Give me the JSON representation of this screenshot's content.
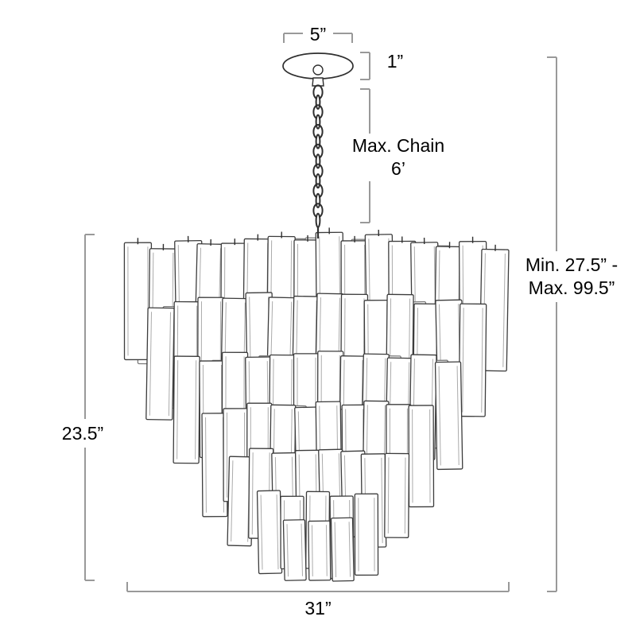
{
  "diagram": {
    "dims": {
      "canopy_width": "5”",
      "canopy_height": "1”",
      "chain_line1": "Max. Chain",
      "chain_line2": "6’",
      "overall_line1": "Min. 27.5” -",
      "overall_line2": "Max. 99.5”",
      "fixture_height": "23.5”",
      "fixture_width": "31”"
    },
    "colors": {
      "dimension_line": "#999999",
      "outline": "#2f2f2f",
      "text": "#000000",
      "background": "#ffffff"
    }
  }
}
